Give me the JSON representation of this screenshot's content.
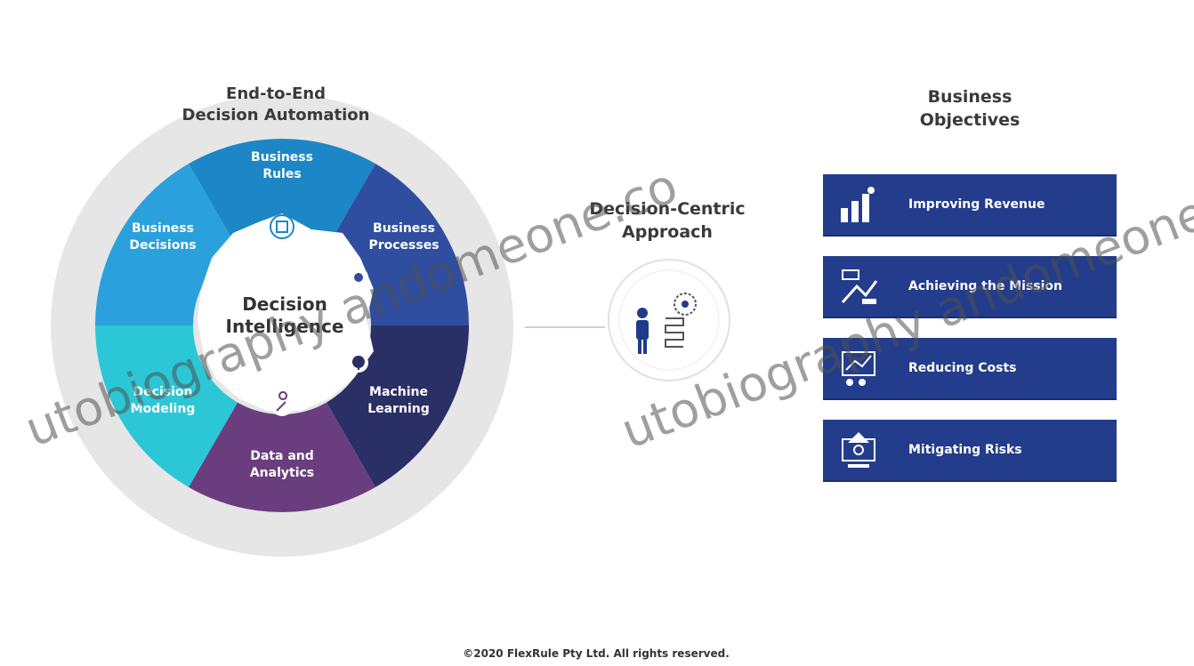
{
  "wheel": {
    "title_lines": [
      "End-to-End",
      "Decision Automation"
    ],
    "center_lines": [
      "Decision",
      "Intelligence"
    ],
    "segments": [
      {
        "lines": [
          "Business",
          "Rules"
        ],
        "color": "#1d86c6"
      },
      {
        "lines": [
          "Business",
          "Processes"
        ],
        "color": "#2f4e9f"
      },
      {
        "lines": [
          "Machine",
          "Learning"
        ],
        "color": "#2a2f66"
      },
      {
        "lines": [
          "Data and",
          "Analytics"
        ],
        "color": "#6a3d7e"
      },
      {
        "lines": [
          "Decision",
          "Modeling"
        ],
        "color": "#2cc7d6"
      },
      {
        "lines": [
          "Business",
          "Decisions"
        ],
        "color": "#2aa0dc"
      }
    ],
    "outer_ring_color": "#e6e6e6"
  },
  "approach": {
    "title_lines": [
      "Decision-Centric",
      "Approach"
    ],
    "icon": "decision-person-icon",
    "accent_color": "#1f3c8a"
  },
  "objectives": {
    "title_lines": [
      "Business",
      "Objectives"
    ],
    "items": [
      {
        "label": "Improving Revenue",
        "icon": "revenue-chart-icon"
      },
      {
        "label": "Achieving the Mission",
        "icon": "mission-icon"
      },
      {
        "label": "Reducing Costs",
        "icon": "reduce-costs-icon"
      },
      {
        "label": "Mitigating Risks",
        "icon": "risk-icon"
      }
    ],
    "box_color": "#233d8c"
  },
  "footer": "©2020 FlexRule Pty Ltd. All rights reserved.",
  "watermarks": [
    "utobiography andomeone.co",
    "utobiography andomeone.co"
  ]
}
